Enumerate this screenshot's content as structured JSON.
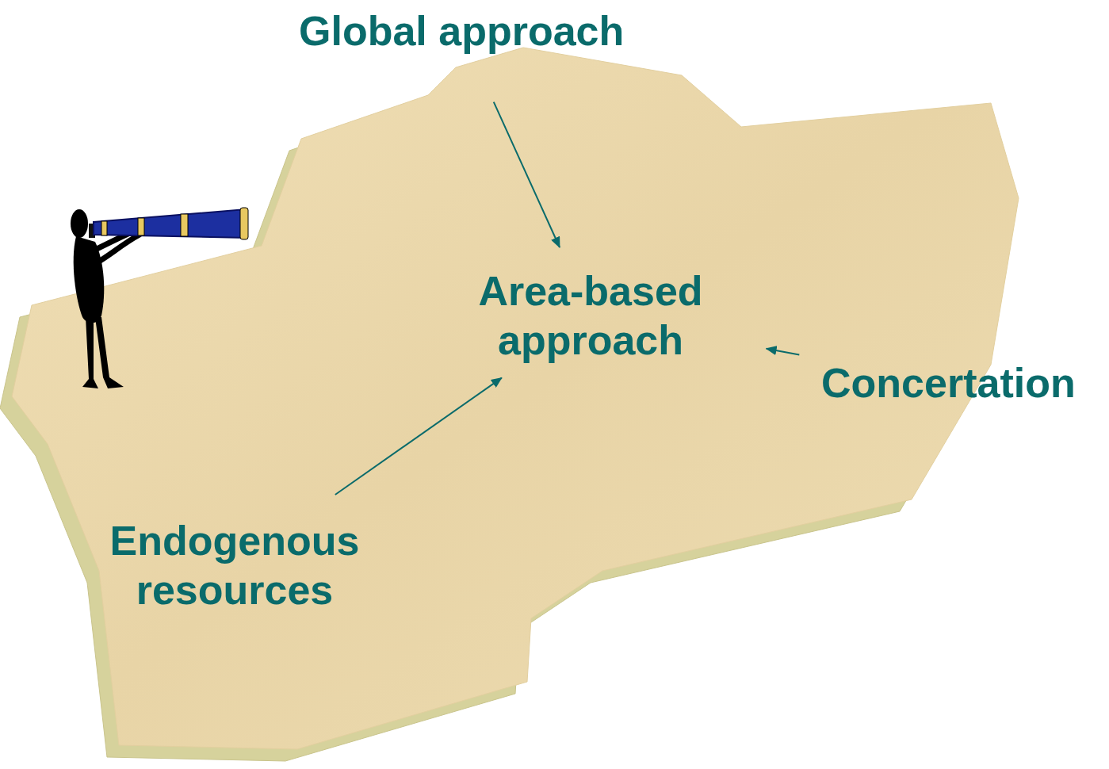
{
  "diagram": {
    "nodes": [
      {
        "text": [
          "Global approach"
        ]
      },
      {
        "text": [
          "Area-based approach"
        ]
      },
      {
        "text": [
          "Concertation"
        ]
      },
      {
        "text": [
          "Endogenous resources"
        ]
      }
    ],
    "edges": [
      {
        "from": 0,
        "to": 1,
        "arrow": "to"
      },
      {
        "from": 2,
        "to": 1,
        "arrow": "to"
      },
      {
        "from": 3,
        "to": 1,
        "arrow": "to"
      }
    ]
  }
}
